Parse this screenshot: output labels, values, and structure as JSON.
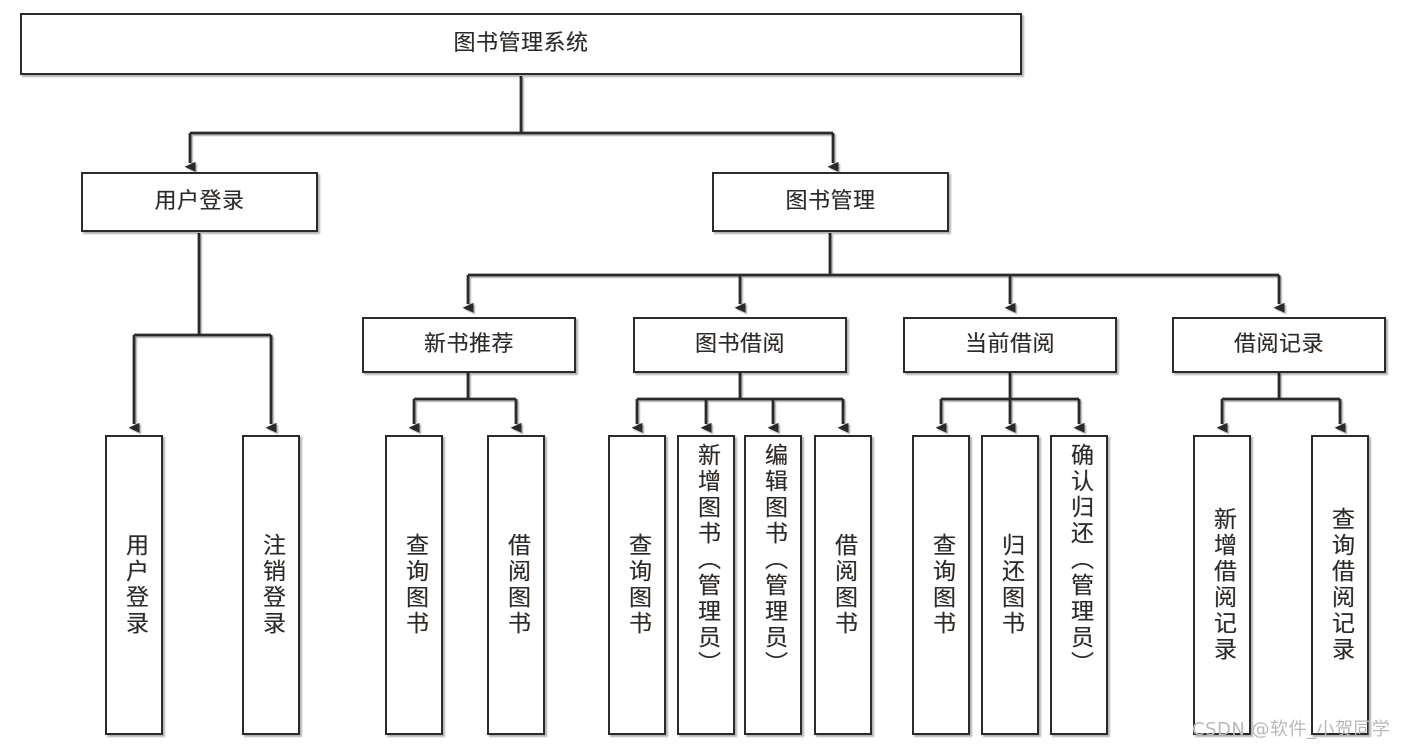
{
  "diagram": {
    "title_node": {
      "label": "图书管理系统"
    },
    "level2": [
      {
        "key": "user_login",
        "label": "用户登录"
      },
      {
        "key": "book_mgmt",
        "label": "图书管理"
      }
    ],
    "level3": [
      {
        "key": "new_book_rec",
        "label": "新书推荐"
      },
      {
        "key": "book_borrow",
        "label": "图书借阅"
      },
      {
        "key": "current_borrow",
        "label": "当前借阅"
      },
      {
        "key": "borrow_record",
        "label": "借阅记录"
      }
    ],
    "leaves": {
      "user_login": [
        {
          "key": "leaf_user_login",
          "label": "用户登录",
          "align": "middle"
        },
        {
          "key": "leaf_user_logout",
          "label": "注销登录",
          "align": "middle"
        }
      ],
      "new_book_rec": [
        {
          "key": "leaf_query_book_1",
          "label": "查询图书",
          "align": "middle"
        },
        {
          "key": "leaf_borrow_book_1",
          "label": "借阅图书",
          "align": "middle"
        }
      ],
      "book_borrow": [
        {
          "key": "leaf_query_book_2",
          "label": "查询图书",
          "align": "middle"
        },
        {
          "key": "leaf_add_book",
          "label": "新增图书（管理员）",
          "align": "top"
        },
        {
          "key": "leaf_edit_book",
          "label": "编辑图书（管理员）",
          "align": "top"
        },
        {
          "key": "leaf_borrow_book_2",
          "label": "借阅图书",
          "align": "middle"
        }
      ],
      "current_borrow": [
        {
          "key": "leaf_query_book_3",
          "label": "查询图书",
          "align": "middle"
        },
        {
          "key": "leaf_return_book",
          "label": "归还图书",
          "align": "middle"
        },
        {
          "key": "leaf_confirm_return",
          "label": "确认归还（管理员）",
          "align": "top"
        }
      ],
      "borrow_record": [
        {
          "key": "leaf_add_record",
          "label": "新增借阅记录",
          "align": "middle"
        },
        {
          "key": "leaf_query_record",
          "label": "查询借阅记录",
          "align": "middle"
        }
      ]
    },
    "watermark": "CSDN @软件_小贺同学",
    "colors": {
      "stroke": "#2b2b2b",
      "fill": "#ffffff",
      "text": "#2a2a2a",
      "watermark": "#b9b9b9"
    }
  }
}
